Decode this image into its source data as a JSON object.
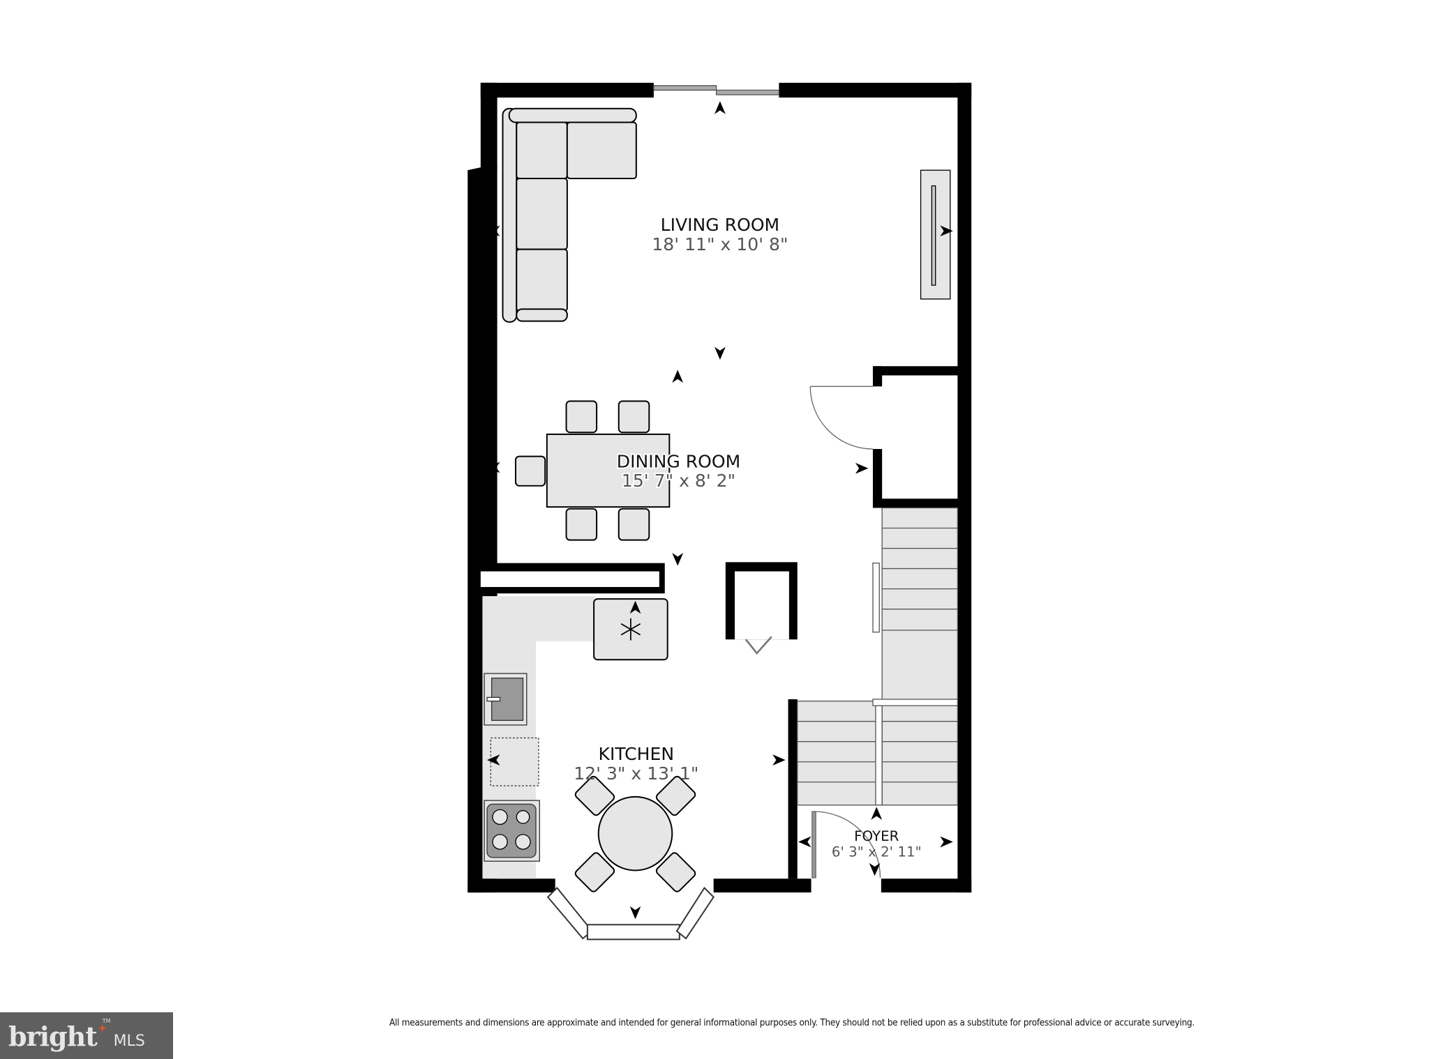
{
  "rooms": [
    {
      "name": "LIVING ROOM",
      "dimensions": "18' 11\" x 10' 8\""
    },
    {
      "name": "DINING ROOM",
      "dimensions": "15' 7\" x 8' 2\""
    },
    {
      "name": "KITCHEN",
      "dimensions": "12' 3\" x 13' 1\""
    },
    {
      "name": "FOYER",
      "dimensions": "6' 3\" x 2' 11\""
    }
  ],
  "disclaimer": "All measurements and dimensions are approximate and intended for general informational purposes only. They should not be relied upon as a substitute for professional advice or accurate surveying.",
  "logo": {
    "brand": "bright",
    "suffix": "MLS",
    "trademark": "TM"
  },
  "colors": {
    "wall": "#000000",
    "furniture": "#e6e6e6",
    "logo_bg": "#5f5f5f",
    "logo_accent": "#e0522a"
  }
}
